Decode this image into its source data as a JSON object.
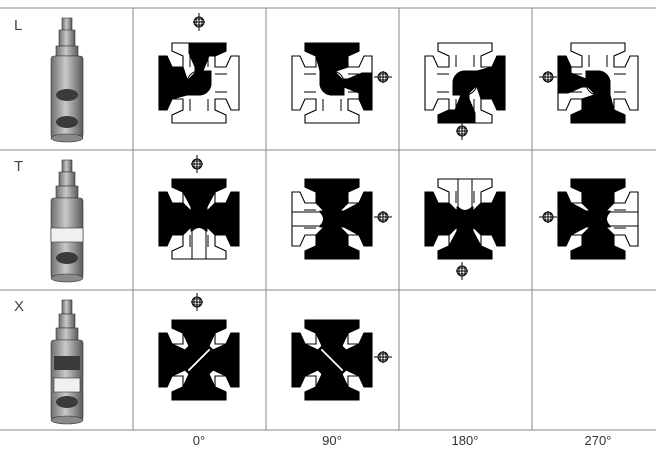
{
  "rows": [
    {
      "letter": "L",
      "icon": "l-port-plug-icon",
      "states": [
        {
          "pattern": "L",
          "rotation": 0,
          "marker": "top"
        },
        {
          "pattern": "L",
          "rotation": 90,
          "marker": "right"
        },
        {
          "pattern": "L",
          "rotation": 180,
          "marker": "bottom"
        },
        {
          "pattern": "L",
          "rotation": 270,
          "marker": "left"
        }
      ]
    },
    {
      "letter": "T",
      "icon": "t-port-plug-icon",
      "states": [
        {
          "pattern": "T",
          "rotation": 0,
          "marker": "top"
        },
        {
          "pattern": "T",
          "rotation": 90,
          "marker": "right"
        },
        {
          "pattern": "T",
          "rotation": 180,
          "marker": "bottom"
        },
        {
          "pattern": "T",
          "rotation": 270,
          "marker": "left"
        }
      ]
    },
    {
      "letter": "X",
      "icon": "x-port-plug-icon",
      "states": [
        {
          "pattern": "X",
          "rotation": 0,
          "marker": "top"
        },
        {
          "pattern": "X",
          "rotation": 90,
          "marker": "right"
        }
      ]
    }
  ],
  "angles": [
    "0°",
    "90°",
    "180°",
    "270°"
  ]
}
